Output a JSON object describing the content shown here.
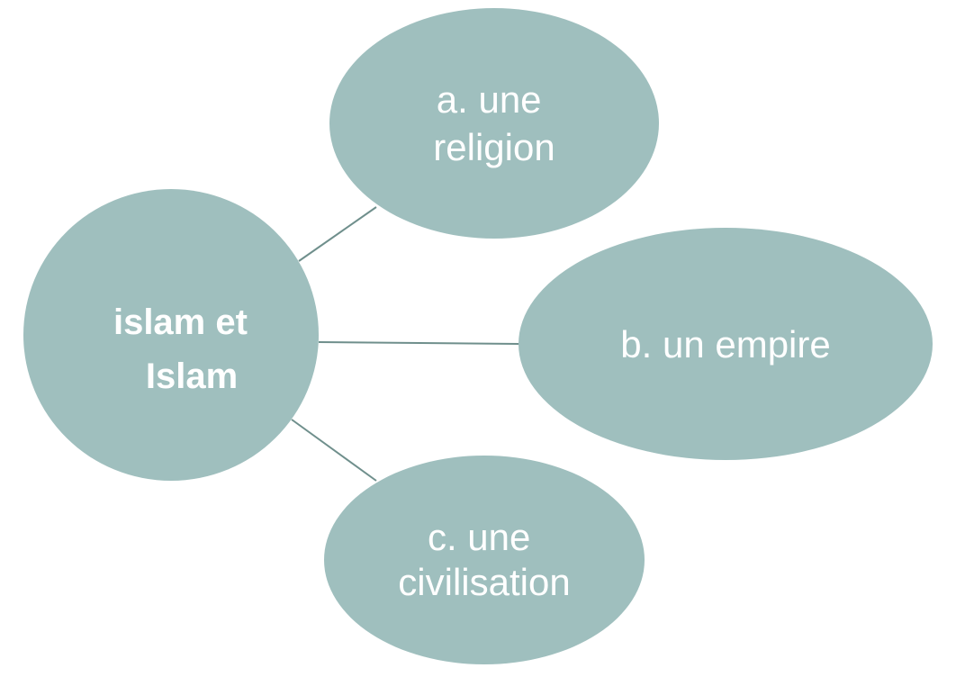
{
  "diagram": {
    "center": {
      "lines": [
        "islam et",
        "Islam"
      ]
    },
    "branches": [
      {
        "lines": [
          "a. une",
          "religion"
        ]
      },
      {
        "lines": [
          "b. un empire"
        ]
      },
      {
        "lines": [
          "c. une",
          "civilisation"
        ]
      }
    ]
  },
  "colors": {
    "node_fill": "#9fbfbe",
    "connector": "#6f8f8c",
    "text": "#ffffff",
    "background": "#ffffff"
  }
}
